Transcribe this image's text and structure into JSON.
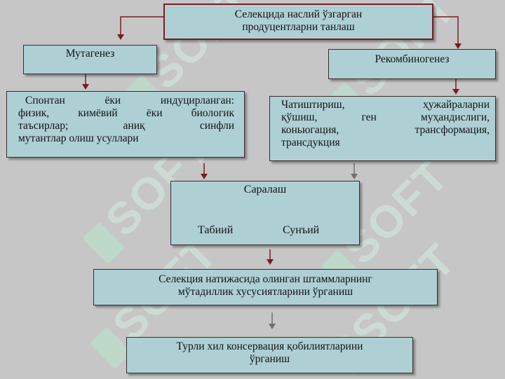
{
  "diagram": {
    "top": {
      "line1": "Селекцида наслий ўзгарган",
      "line2": "продуцентларни танлаш"
    },
    "mutagenesis": {
      "title": "Мутагенез"
    },
    "recombinogenesis": {
      "title": "Рекомбиногенез"
    },
    "mutagenesis_detail": {
      "line1": "Спонтан ёки индуцирланган:",
      "line2": "физик, кимёвий ёки биологик",
      "line3": "таъсирлар; аниқ синфли",
      "line4": "мутантлар олиш усуллари"
    },
    "recombination_detail": {
      "line1": "Чатиштириш, ҳужайраларни",
      "line2": "қўшиш, ген муҳандислиги,",
      "line3": "коньюгация, трансформация,",
      "line4": "трансдукция"
    },
    "selection": {
      "title": "Саралаш",
      "natural": "Табиий",
      "artificial": "Сунъий"
    },
    "study": {
      "line1": "Селекция натижасида олинган штаммларнинг",
      "line2": "мўтадиллик хусусиятларини ўрганиш"
    },
    "conservation": {
      "line1": "Турли хил консервация қобилиятларини",
      "line2": "ўрганиш"
    }
  },
  "watermark": {
    "text": "SOFT",
    "color": "#b9e8cc"
  },
  "colors": {
    "box_fill": "#aed0d5",
    "top_border": "#7a1b22",
    "arrow_dark_red": "#7a1b22",
    "arrow_gray": "#6e6e6e",
    "background": "#c6c6c6"
  }
}
